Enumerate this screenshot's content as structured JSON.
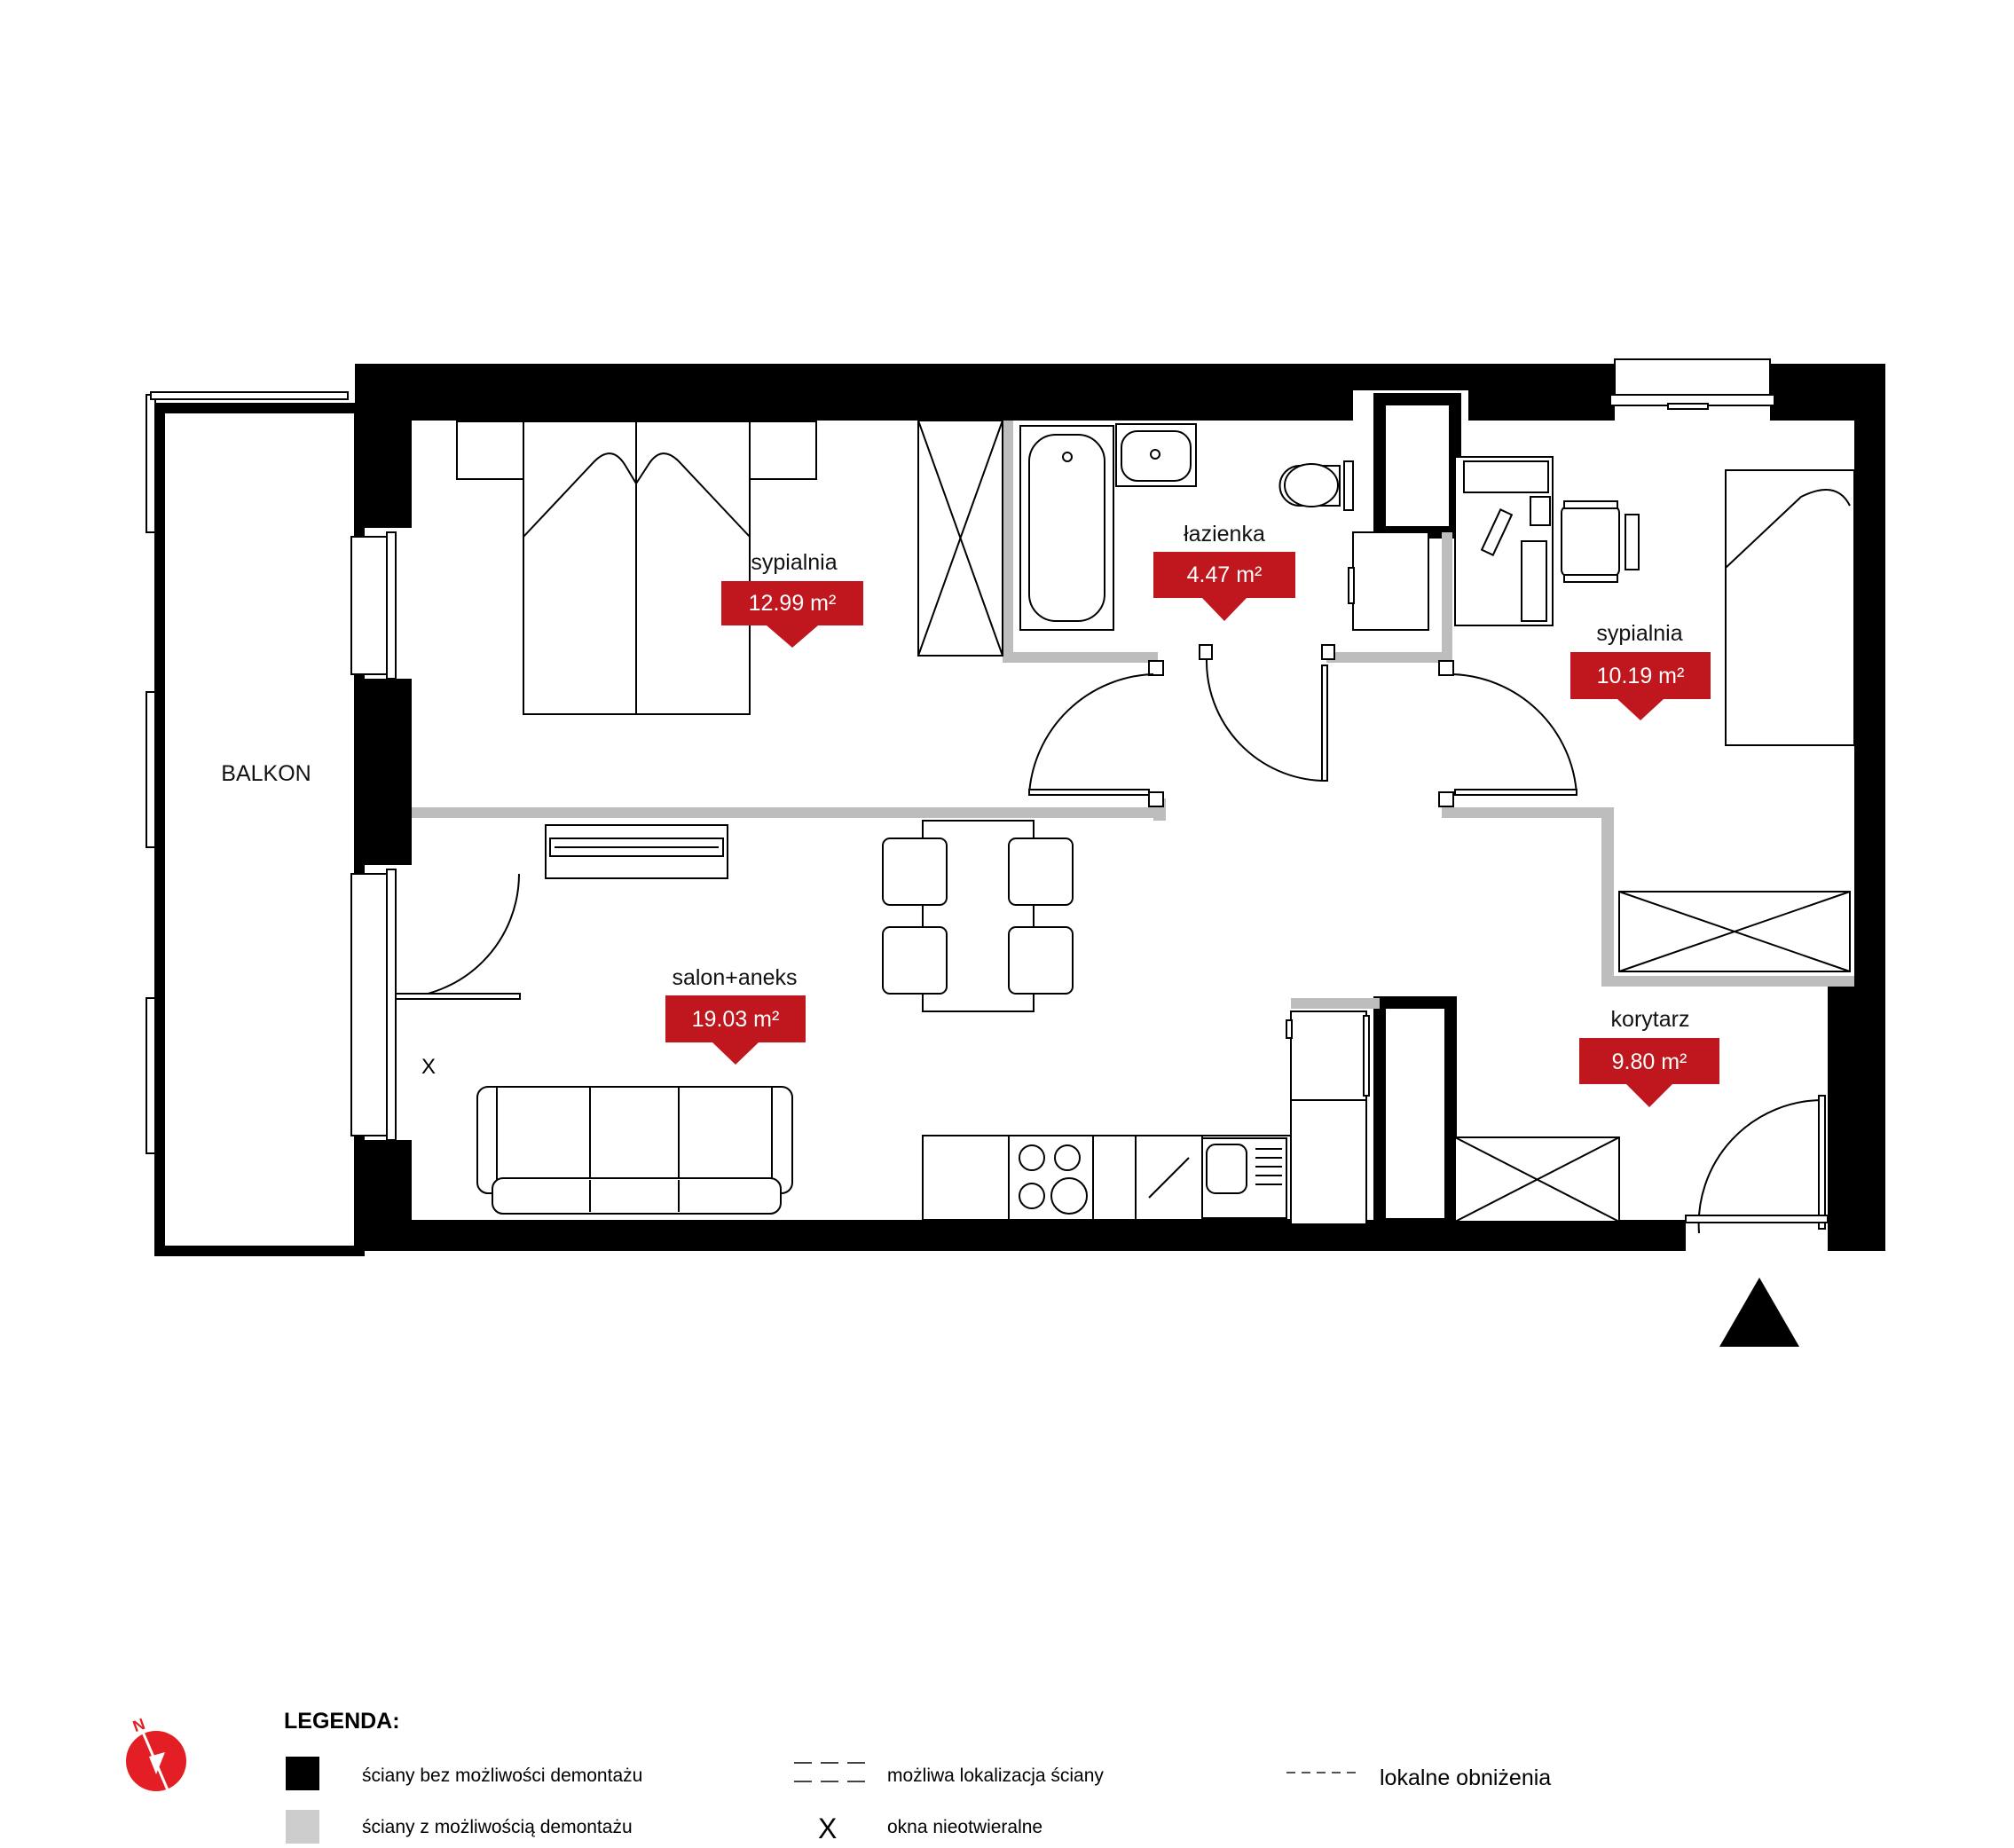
{
  "colors": {
    "wall_fixed": "#000000",
    "wall_removable": "#bdbdbd",
    "area_badge": "#c0161d",
    "compass": "#e31e24"
  },
  "rooms": [
    {
      "id": "bedroom1",
      "label": "sypialnia",
      "area": "12.99 m²"
    },
    {
      "id": "bathroom",
      "label": "łazienka",
      "area": "4.47 m²"
    },
    {
      "id": "bedroom2",
      "label": "sypialnia",
      "area": "10.19 m²"
    },
    {
      "id": "living",
      "label": "salon+aneks",
      "area": "19.03 m²"
    },
    {
      "id": "corridor",
      "label": "korytarz",
      "area": "9.80 m²"
    }
  ],
  "balcony_label": "BALKON",
  "fixed_window_mark": "X",
  "entrance_marker": "triangle-up-icon",
  "compass": {
    "north_letter": "N"
  },
  "legend": {
    "title": "LEGENDA:",
    "items": [
      {
        "label": "ściany bez możliwości demontażu"
      },
      {
        "label": "ściany z możliwością demontażu"
      },
      {
        "label": "możliwa lokalizacja ściany"
      },
      {
        "label": "okna nieotwieralne",
        "symbol": "X"
      },
      {
        "label": "lokalne obniżenia"
      }
    ]
  }
}
